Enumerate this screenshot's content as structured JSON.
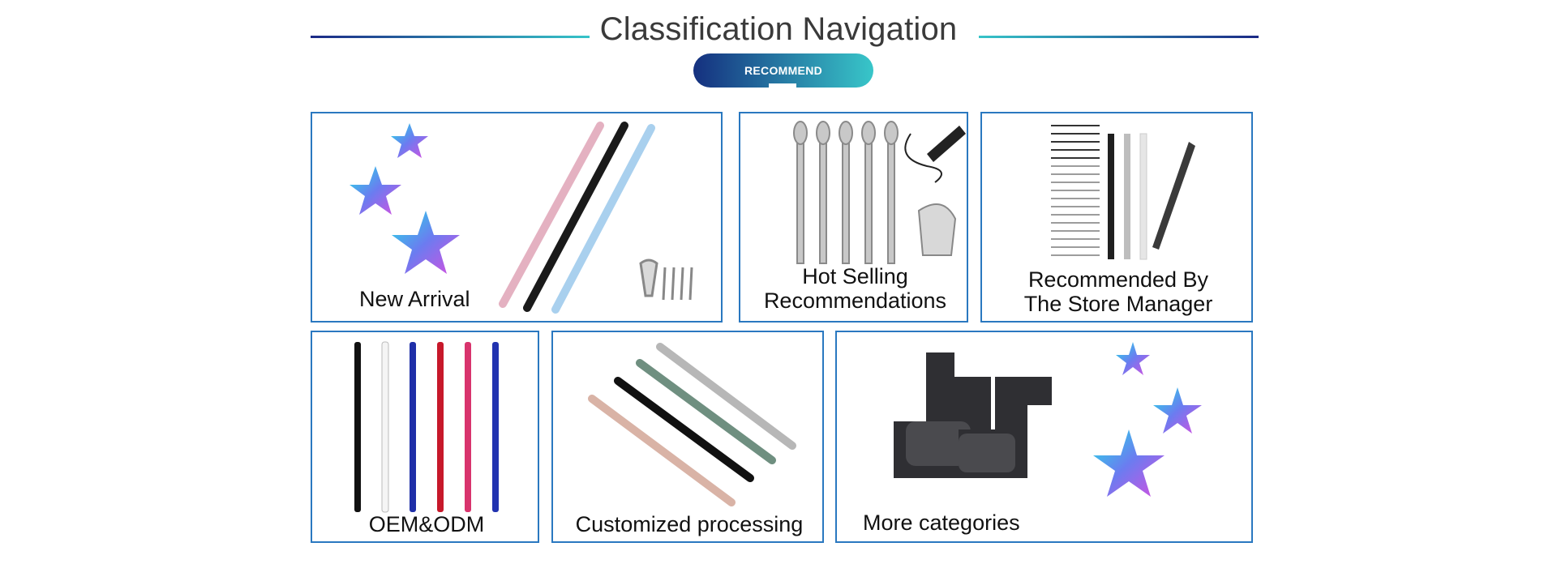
{
  "header": {
    "title": "Classification Navigation",
    "badge": "RECOMMEND"
  },
  "categories": [
    {
      "label": "New Arrival"
    },
    {
      "label_line1": "Hot Selling",
      "label_line2": "Recommendations"
    },
    {
      "label_line1": "Recommended By",
      "label_line2": "The Store Manager"
    },
    {
      "label": "OEM&ODM"
    },
    {
      "label": "Customized processing"
    },
    {
      "label": "More categories"
    }
  ],
  "colors": {
    "accent_dark": "#15307f",
    "accent_teal": "#38c6c9",
    "card_border": "#2a78c0"
  }
}
